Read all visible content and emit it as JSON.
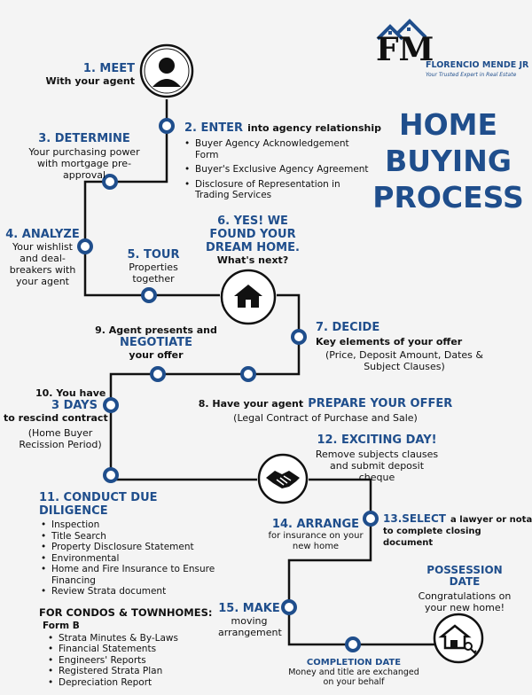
{
  "brand": {
    "initials": "FM",
    "name": "FLORENCIO MENDE JR",
    "tagline": "Your Trusted Expert in Real Estate"
  },
  "title": {
    "line1": "HOME",
    "line2": "BUYING",
    "line3": "PROCESS"
  },
  "colors": {
    "accent": "#1f4e8c",
    "path": "#111111",
    "background": "#f4f4f4"
  },
  "steps": {
    "s1": {
      "head": "1. MEET",
      "sub": "With your agent"
    },
    "s2": {
      "head": "2. ENTER",
      "head_rest": "into agency relationship",
      "items": [
        "Buyer Agency Acknowledgement Form",
        "Buyer's Exclusive Agency Agreement",
        "Disclosure of Representation in Trading Services"
      ]
    },
    "s3": {
      "head": "3. DETERMINE",
      "sub": "Your purchasing power with mortgage pre-approval"
    },
    "s4": {
      "head": "4. ANALYZE",
      "sub": "Your wishlist and deal-breakers with your agent"
    },
    "s5": {
      "head": "5. TOUR",
      "sub": "Properties together"
    },
    "s6": {
      "head": "6. YES! WE FOUND YOUR DREAM HOME.",
      "sub": "What's next?"
    },
    "s7": {
      "head": "7. DECIDE",
      "sub": "Key elements of your offer",
      "note": "(Price, Deposit Amount, Dates & Subject Clauses)"
    },
    "s8": {
      "pre": "8. Have your agent",
      "head": "PREPARE YOUR OFFER",
      "note": "(Legal Contract of Purchase and Sale)"
    },
    "s9": {
      "pre": "9. Agent presents and",
      "head": "NEGOTIATE",
      "sub": "your offer"
    },
    "s10": {
      "pre": "10. You have",
      "head": "3 DAYS",
      "sub": "to rescind contract",
      "note": "(Home Buyer Recission Period)"
    },
    "s11": {
      "head": "11. CONDUCT DUE DILIGENCE",
      "items": [
        "Inspection",
        "Title Search",
        "Property Disclosure Statement",
        "Environmental",
        "Home and Fire Insurance to Ensure Financing",
        "Review Strata document"
      ],
      "condo_head": "FOR CONDOS & TOWNHOMES:",
      "form_label": "Form B",
      "condo_items": [
        "Strata Minutes & By-Laws",
        "Financial Statements",
        "Engineers' Reports",
        "Registered Strata Plan",
        "Depreciation Report"
      ]
    },
    "s12": {
      "head": "12. EXCITING DAY!",
      "sub": "Remove subjects clauses and submit deposit cheque"
    },
    "s13": {
      "head": "13.SELECT",
      "head_rest": "a lawyer or notary",
      "sub": "to complete closing document"
    },
    "s14": {
      "head": "14. ARRANGE",
      "sub": "for insurance on your new home"
    },
    "s15": {
      "head": "15. MAKE",
      "sub": "moving arrangement"
    },
    "completion": {
      "head": "COMPLETION DATE",
      "sub": "Money and title are exchanged on your behalf"
    },
    "possession": {
      "head": "POSSESSION DATE",
      "sub": "Congratulations on your new home!"
    }
  },
  "icons": [
    "person-icon",
    "house-icon",
    "handshake-icon",
    "house-key-icon"
  ]
}
